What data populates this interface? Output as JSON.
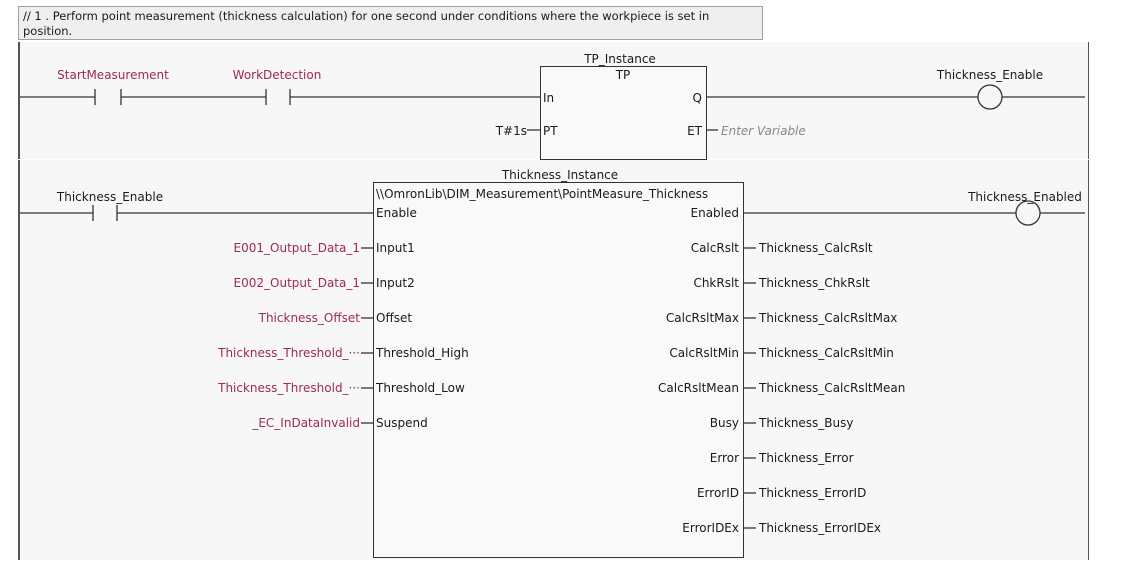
{
  "comment": "// 1 .  Perform point measurement (thickness calculation) for one second under conditions where the workpiece is set in position.",
  "rung1": {
    "contacts": [
      "StartMeasurement",
      "WorkDetection"
    ],
    "fb": {
      "instance": "TP_Instance",
      "type": "TP",
      "in_pins": [
        "In",
        "PT"
      ],
      "out_pins": [
        "Q",
        "ET"
      ],
      "pt_value": "T#1s",
      "et_value": "Enter Variable"
    },
    "coil": "Thickness_Enable"
  },
  "rung2": {
    "contact": "Thickness_Enable",
    "fb": {
      "instance": "Thickness_Instance",
      "type": "\\\\OmronLib\\DIM_Measurement\\PointMeasure_Thickness",
      "in_pins": [
        "Enable",
        "Input1",
        "Input2",
        "Offset",
        "Threshold_High",
        "Threshold_Low",
        "Suspend"
      ],
      "out_pins": [
        "Enabled",
        "CalcRslt",
        "ChkRslt",
        "CalcRsltMax",
        "CalcRsltMin",
        "CalcRsltMean",
        "Busy",
        "Error",
        "ErrorID",
        "ErrorIDEx"
      ]
    },
    "inputs": [
      "E001_Output_Data_1",
      "E002_Output_Data_1",
      "Thickness_Offset",
      "Thickness_Threshold_···",
      "Thickness_Threshold_···",
      "_EC_InDataInvalid"
    ],
    "outputs": [
      "Thickness_CalcRslt",
      "Thickness_ChkRslt",
      "Thickness_CalcRsltMax",
      "Thickness_CalcRsltMin",
      "Thickness_CalcRsltMean",
      "Thickness_Busy",
      "Thickness_Error",
      "Thickness_ErrorID",
      "Thickness_ErrorIDEx"
    ],
    "coil": "Thickness_Enabled"
  }
}
